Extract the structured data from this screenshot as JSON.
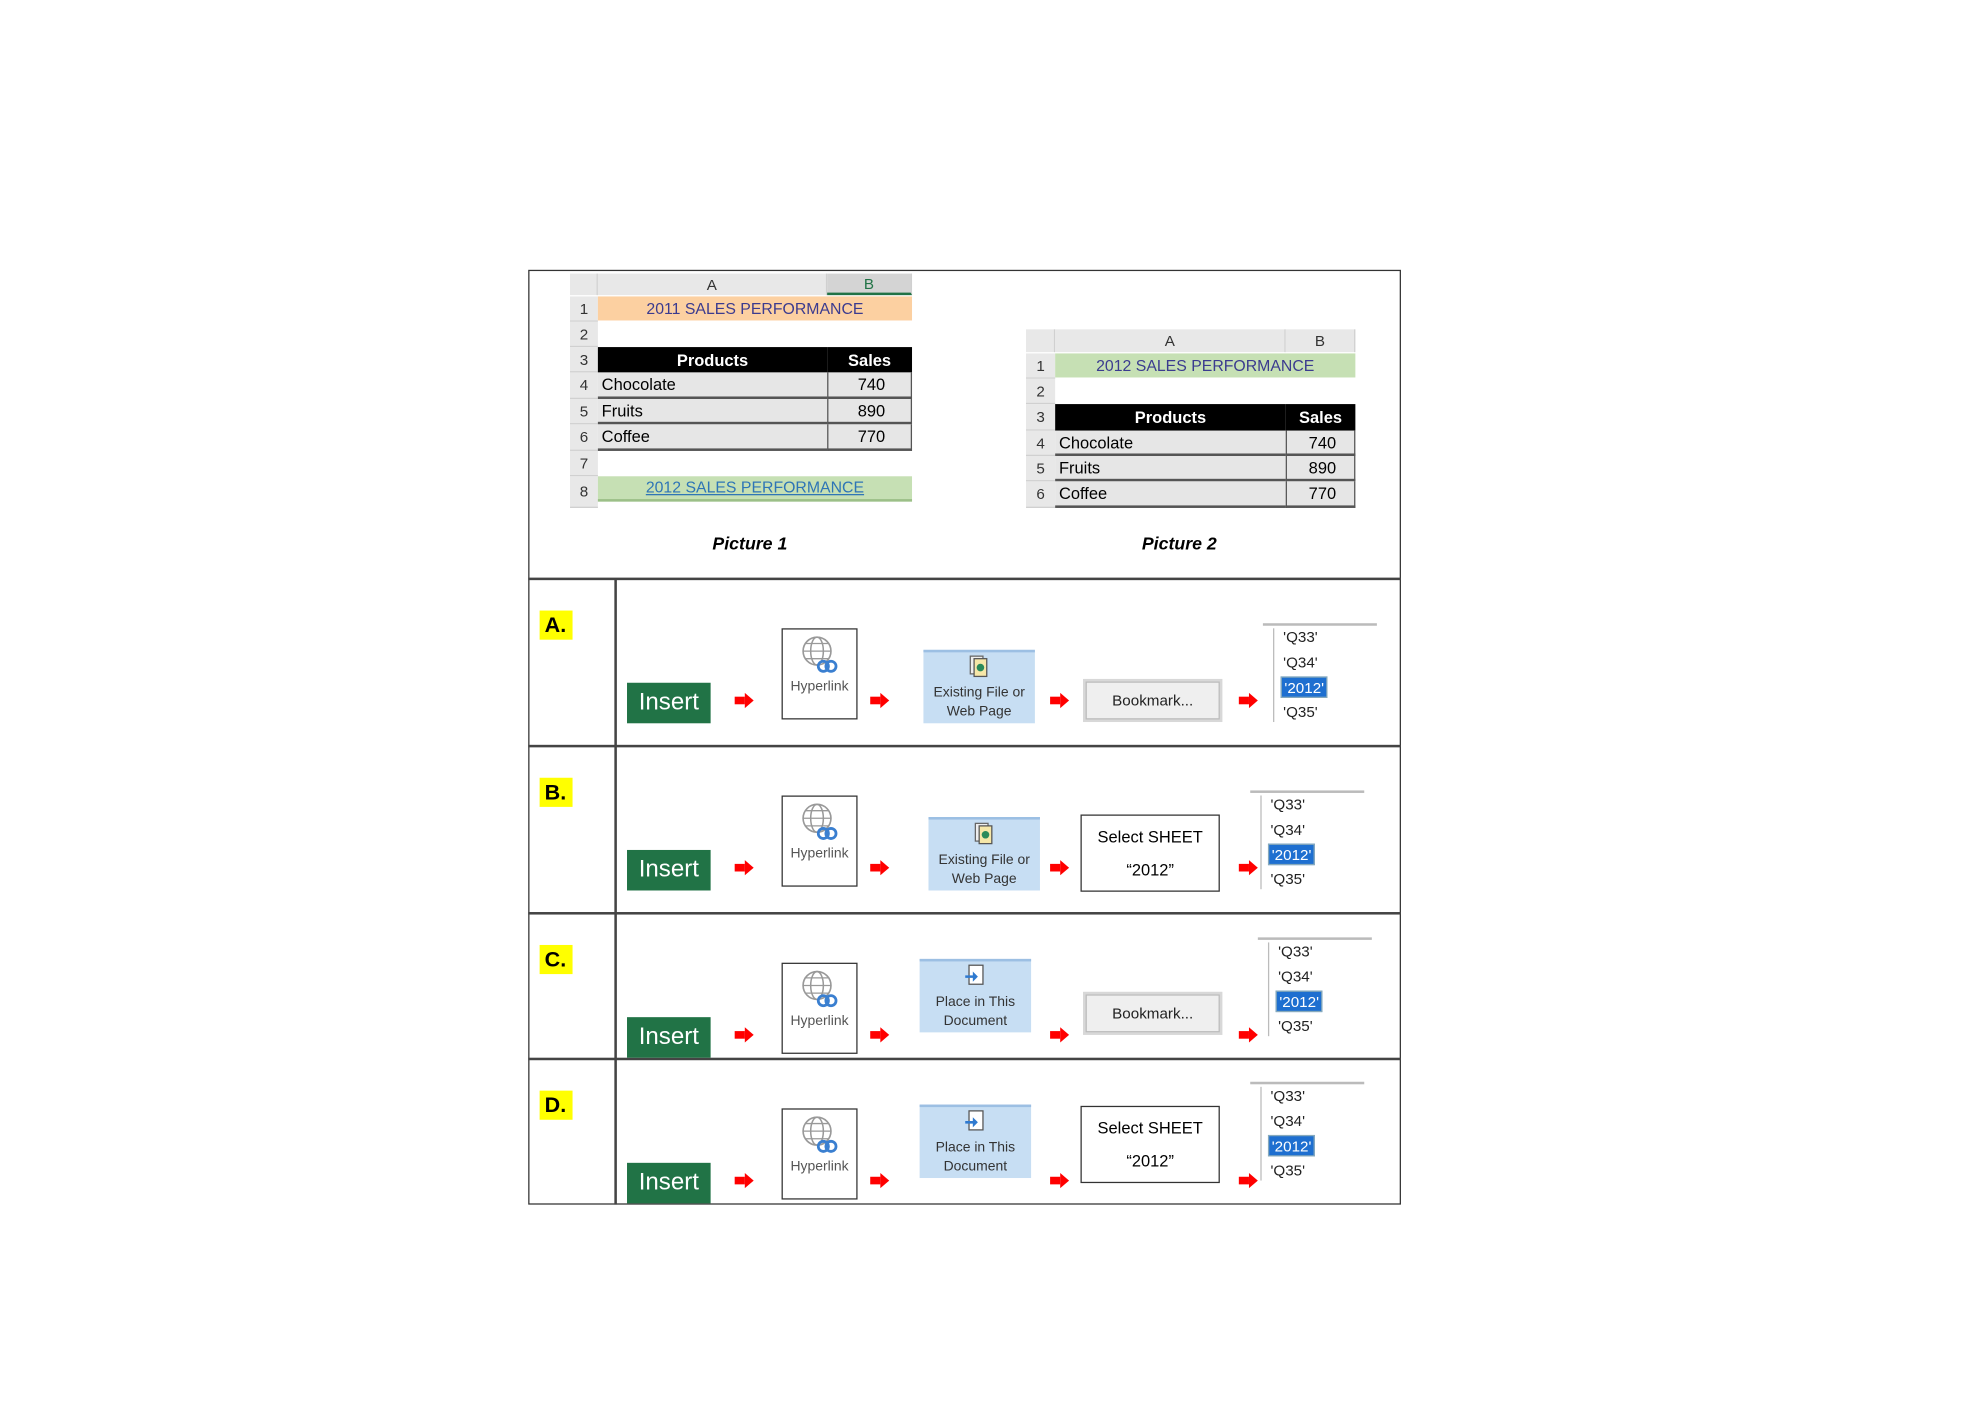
{
  "picture1": {
    "col_headers": [
      "A",
      "B"
    ],
    "row_numbers": [
      "1",
      "2",
      "3",
      "4",
      "5",
      "6",
      "7",
      "8"
    ],
    "title": "2011 SALES PERFORMANCE",
    "table_headers": [
      "Products",
      "Sales"
    ],
    "rows": [
      [
        "Chocolate",
        "740"
      ],
      [
        "Fruits",
        "890"
      ],
      [
        "Coffee",
        "770"
      ]
    ],
    "link": "2012 SALES PERFORMANCE",
    "caption": "Picture 1",
    "colors": {
      "title_bg": "#fcd0a1",
      "link_bg": "#c6e0b4",
      "link_text": "#2e75b6"
    }
  },
  "picture2": {
    "col_headers": [
      "A",
      "B"
    ],
    "row_numbers": [
      "1",
      "2",
      "3",
      "4",
      "5",
      "6"
    ],
    "title": "2012 SALES PERFORMANCE",
    "table_headers": [
      "Products",
      "Sales"
    ],
    "rows": [
      [
        "Chocolate",
        "740"
      ],
      [
        "Fruits",
        "890"
      ],
      [
        "Coffee",
        "770"
      ]
    ],
    "caption": "Picture 2",
    "colors": {
      "title_bg": "#c6e0b4"
    }
  },
  "options": [
    {
      "label": "A.",
      "insert": "Insert",
      "hyperlink": "Hyperlink",
      "link_to": [
        "Existing File or",
        "Web Page"
      ],
      "link_icon": "file-icon",
      "step4_type": "bookmark",
      "step4": [
        "Bookmark..."
      ],
      "list": [
        "'Q33'",
        "'Q34'",
        "'2012'",
        "'Q35'"
      ],
      "selected": 2
    },
    {
      "label": "B.",
      "insert": "Insert",
      "hyperlink": "Hyperlink",
      "link_to": [
        "Existing File or",
        "Web Page"
      ],
      "link_icon": "file-icon",
      "step4_type": "select",
      "step4": [
        "Select SHEET",
        "“2012”"
      ],
      "list": [
        "'Q33'",
        "'Q34'",
        "'2012'",
        "'Q35'"
      ],
      "selected": 2
    },
    {
      "label": "C.",
      "insert": "Insert",
      "hyperlink": "Hyperlink",
      "link_to": [
        "Place in This",
        "Document"
      ],
      "link_icon": "document-icon",
      "step4_type": "bookmark",
      "step4": [
        "Bookmark..."
      ],
      "list": [
        "'Q33'",
        "'Q34'",
        "'2012'",
        "'Q35'"
      ],
      "selected": 2
    },
    {
      "label": "D.",
      "insert": "Insert",
      "hyperlink": "Hyperlink",
      "link_to": [
        "Place in This",
        "Document"
      ],
      "link_icon": "document-icon",
      "step4_type": "select",
      "step4": [
        "Select SHEET",
        "“2012”"
      ],
      "list": [
        "'Q33'",
        "'Q34'",
        "'2012'",
        "'Q35'"
      ],
      "selected": 2
    }
  ]
}
